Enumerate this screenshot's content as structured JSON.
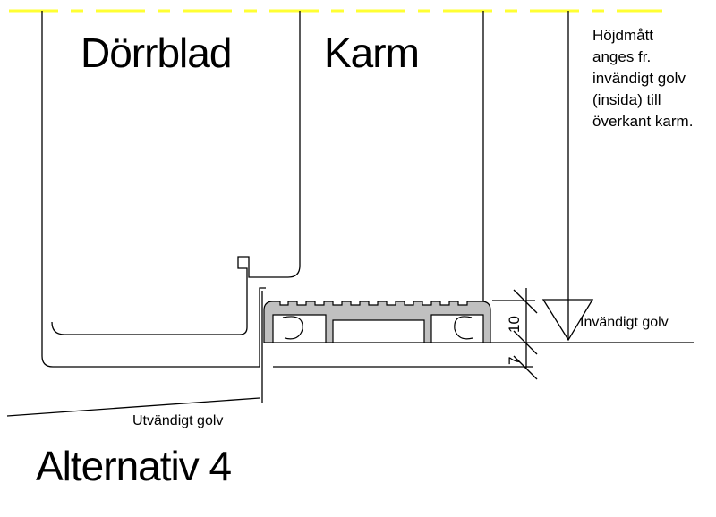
{
  "labels": {
    "door_leaf": "Dörrblad",
    "frame": "Karm",
    "height_note": [
      "Höjdmått",
      "anges fr.",
      "invändigt golv",
      "(insida) till",
      "överkant karm."
    ],
    "inside_floor": "Invändigt golv",
    "outside_floor": "Utvändigt golv",
    "title": "Alternativ 4"
  },
  "dimensions": {
    "threshold_height": "10",
    "lower_gap": "7"
  },
  "colors": {
    "reference_line": "#ffff33",
    "profile_fill": "#c0c0c0",
    "line": "#000000"
  }
}
